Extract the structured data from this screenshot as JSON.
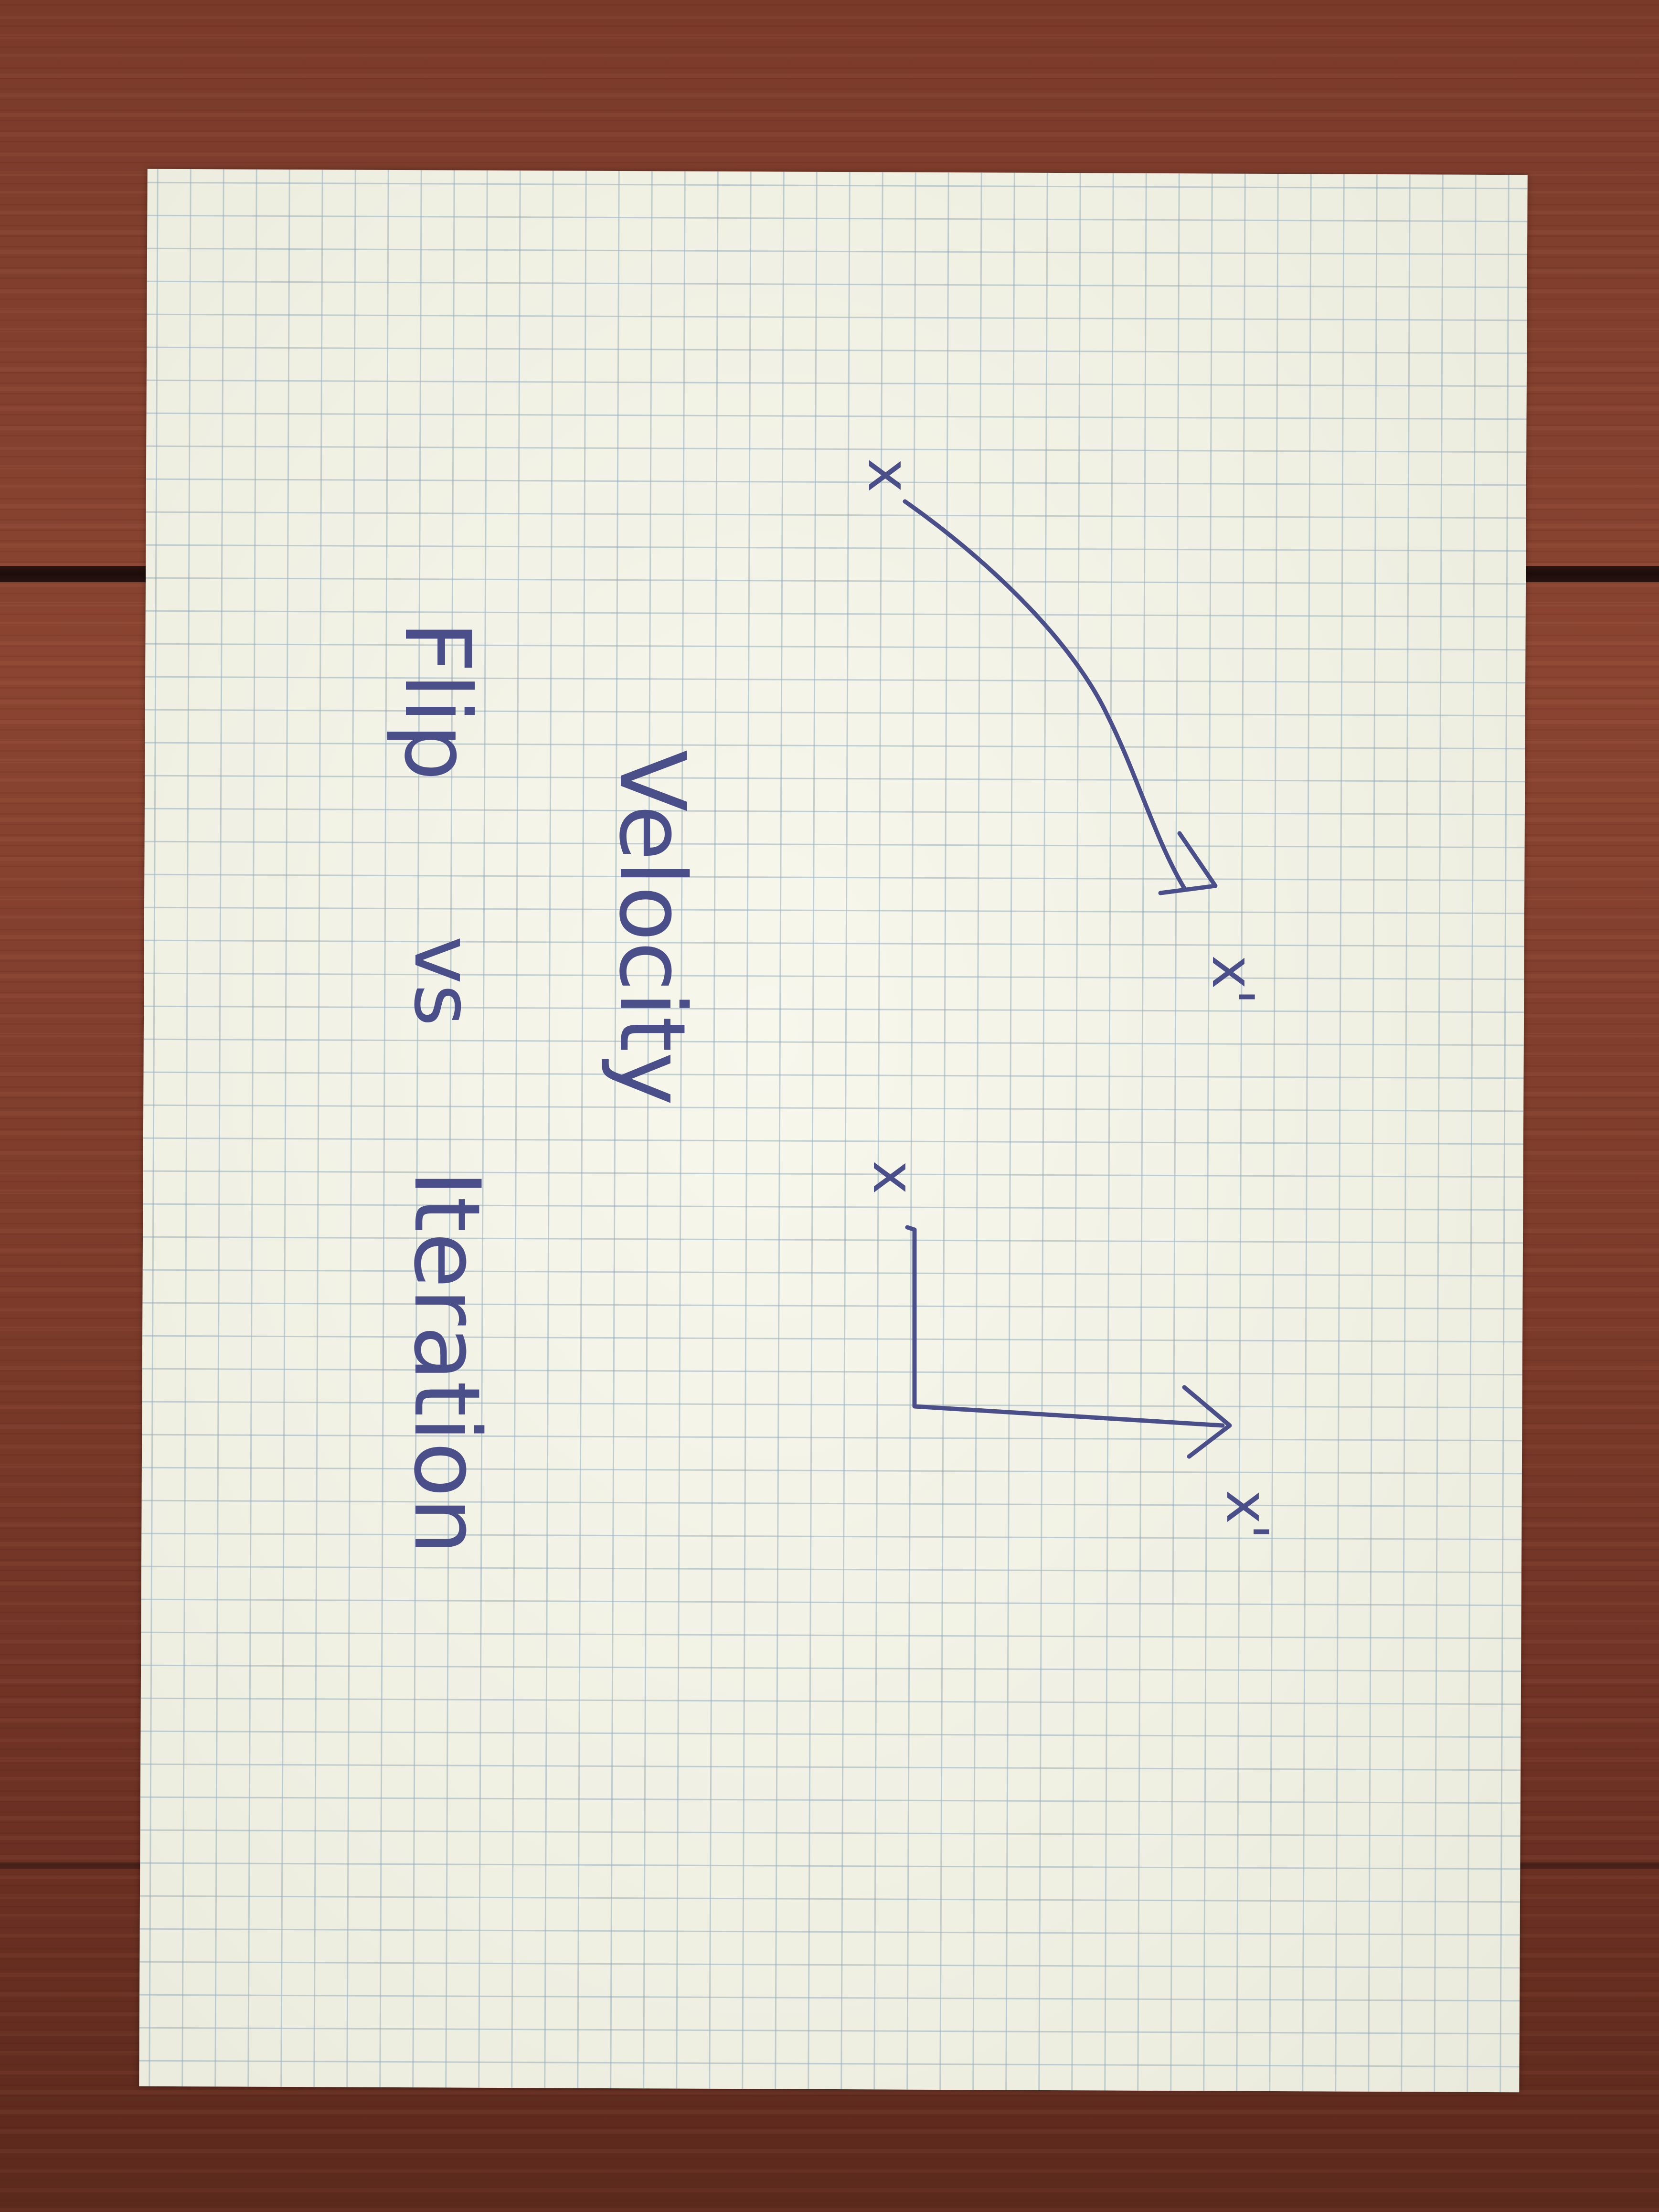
{
  "scene": {
    "surface": "wooden table",
    "paper": "grid notepad sheet",
    "ink_color": "#4a4f8a",
    "paper_color": "#f7f7ec",
    "grid_color": "#96afbe",
    "wood_color": "#7e3c2b"
  },
  "diagram_top": {
    "start_label": "x",
    "end_label": "x'"
  },
  "diagram_bottom": {
    "start_label": "x",
    "end_label": "x'"
  },
  "notes": {
    "line1": "Velocity",
    "line2_left": "Flip",
    "line2_mid": "vs",
    "line2_right": "Iteration"
  }
}
